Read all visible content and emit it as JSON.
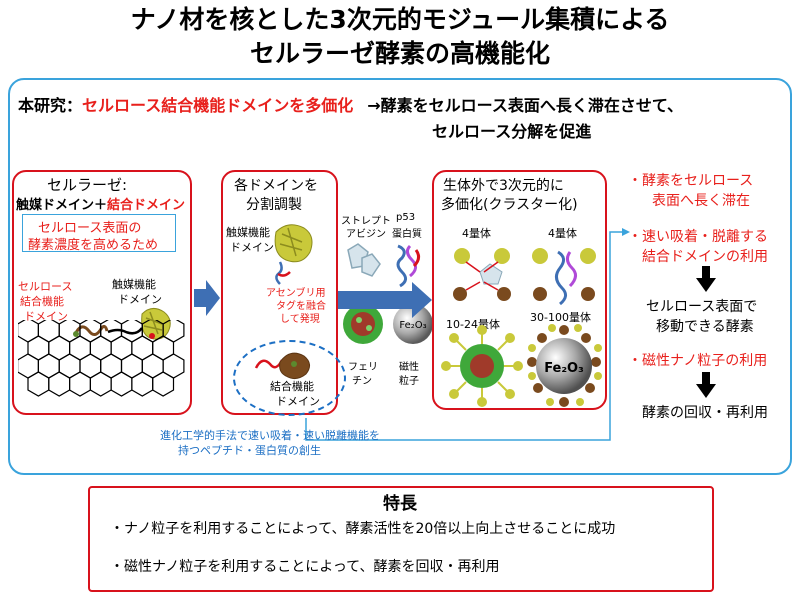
{
  "title": {
    "line1": "ナノ材を核とした3次元的モジュール集積による",
    "line2": "セルラーゼ酵素の高機能化"
  },
  "headline": {
    "prefix": "本研究：",
    "highlight": "セルロース結合機能ドメインを多価化",
    "result1": "→酵素をセルロース表面へ長く滞在させて、",
    "result2": "セルロース分解を促進"
  },
  "box1": {
    "title": "セルラーゼ:",
    "subtitle_black": "触媒ドメイン＋",
    "subtitle_red": "結合ドメイン",
    "note1": "セルロース表面の",
    "note2": "酵素濃度を高めるため",
    "binding_label1": "セルロース",
    "binding_label2": "結合機能",
    "binding_label3": "ドメイン",
    "catalytic_label1": "触媒機能",
    "catalytic_label2": "ドメイン"
  },
  "box2": {
    "title1": "各ドメインを",
    "title2": "分割調製",
    "catalytic_label1": "触媒機能",
    "catalytic_label2": "ドメイン",
    "tag1": "アセンブリ用",
    "tag2": "タグを融合",
    "tag3": "して発現",
    "binding_label1": "結合機能",
    "binding_label2": "ドメイン"
  },
  "middle": {
    "streptavidin1": "ストレプト",
    "streptavidin2": "アビジン",
    "p53_1": "p53",
    "p53_2": "蛋白質",
    "ferritin1": "フェリ",
    "ferritin2": "チン",
    "magnetic1": "磁性",
    "magnetic2": "粒子",
    "fe2o3_small": "Fe₂O₃"
  },
  "box3": {
    "title1": "生体外で3次元的に",
    "title2": "多価化(クラスター化)",
    "tetramer_a": "4量体",
    "tetramer_b": "4量体",
    "oligo1": "10-24量体",
    "oligo2": "30-100量体",
    "fe2o3_big": "Fe₂O₃"
  },
  "right_column": {
    "point1a": "・酵素をセルロース",
    "point1b": "表面へ長く滞在",
    "point2a": "・速い吸着・脱離する",
    "point2b": "結合ドメインの利用",
    "result1a": "セルロース表面で",
    "result1b": "移動できる酵素",
    "point3": "・磁性ナノ粒子の利用",
    "result2": "酵素の回収・再利用"
  },
  "evolution_note": {
    "line1": "進化工学的手法で速い吸着・速い脱離機能を",
    "line2": "持つペプチド・蛋白質の創生"
  },
  "features": {
    "heading": "特長",
    "item1": "・ナノ粒子を利用することによって、酵素活性を20倍以上向上させることに成功",
    "item2": "・磁性ナノ粒子を利用することによって、酵素を回収・再利用"
  },
  "colors": {
    "accent_red": "#e8201c",
    "frame_blue": "#3aa3dc",
    "arrow_blue": "#3e6fb4"
  }
}
